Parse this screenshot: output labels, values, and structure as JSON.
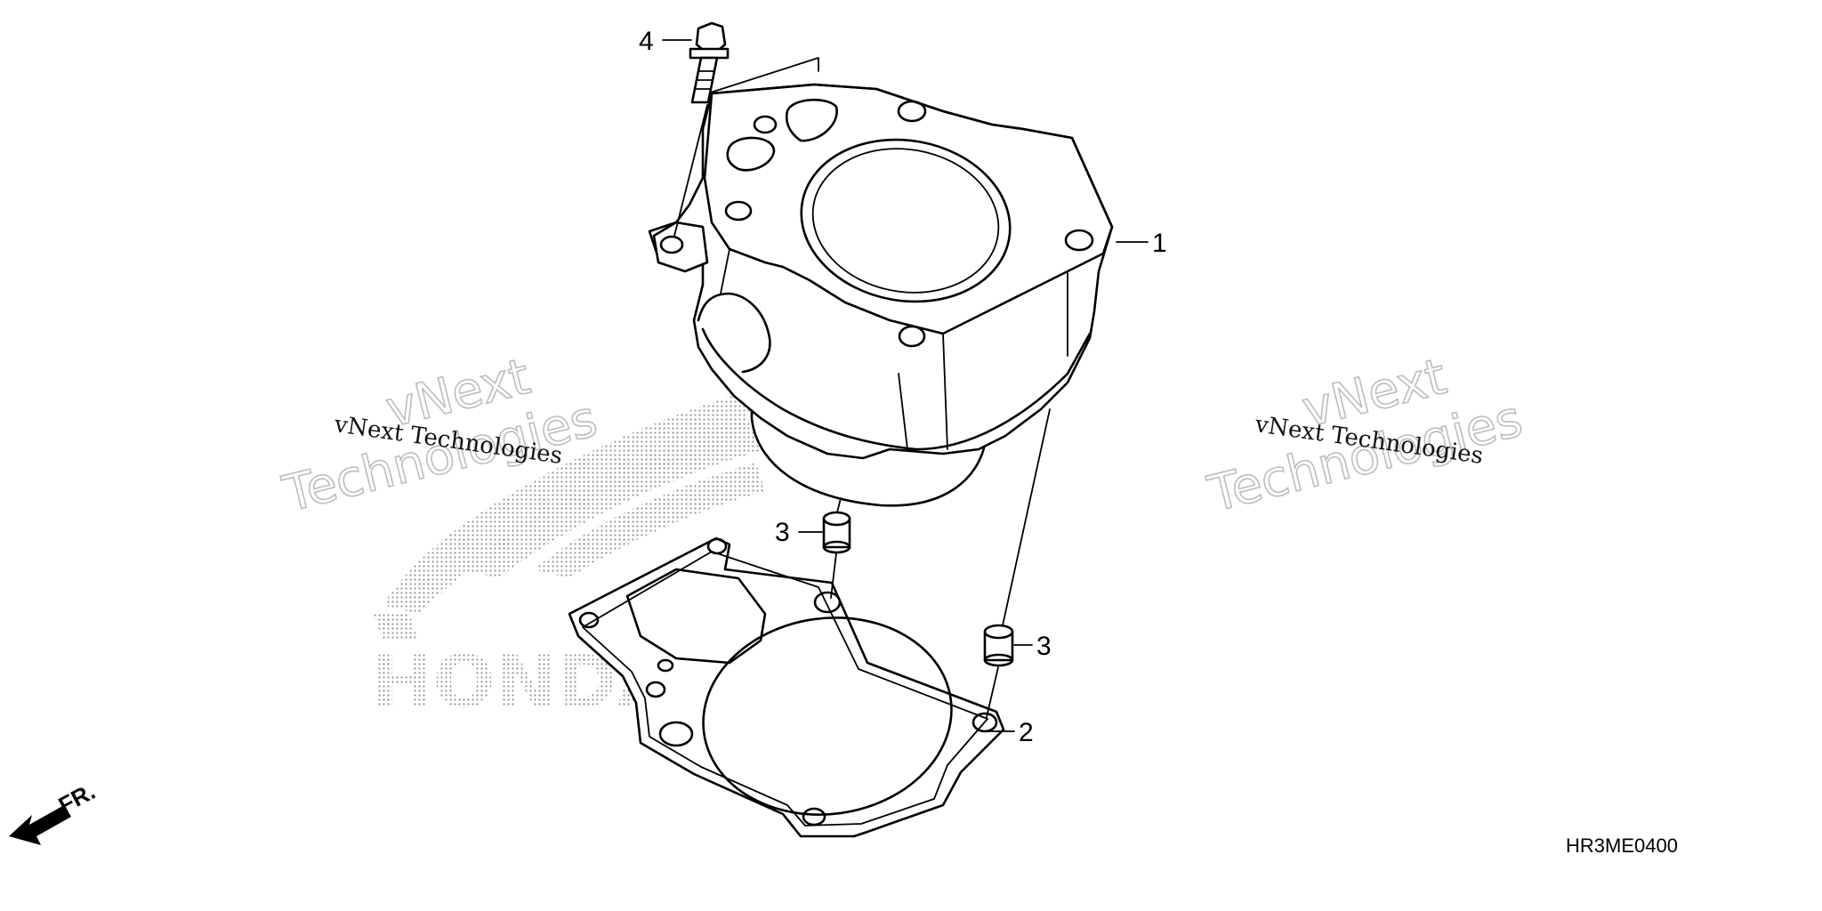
{
  "callouts": [
    {
      "label": "1",
      "name": "cylinder"
    },
    {
      "label": "2",
      "name": "gasket"
    },
    {
      "label": "3",
      "name": "dowel-pin"
    },
    {
      "label": "3",
      "name": "dowel-pin"
    },
    {
      "label": "4",
      "name": "flange-bolt"
    }
  ],
  "watermarks": {
    "small_text": "vNext Technologies",
    "big_line1": "vNext",
    "big_line2": "Technologies",
    "logo_text": "HONDA"
  },
  "direction_label": "FR.",
  "diagram_code": "HR3ME0400",
  "colors": {
    "ink": "#000000",
    "watermark": "#bdbdbd",
    "background": "#ffffff"
  }
}
